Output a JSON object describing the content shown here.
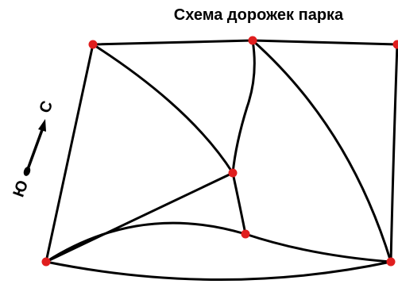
{
  "title": "Схема дорожек парка",
  "compass": {
    "north_label": "С",
    "south_label": "Ю"
  },
  "colors": {
    "path": "#000000",
    "node": "#e01e1e",
    "background": "#ffffff"
  },
  "nodes": [
    {
      "id": "A"
    },
    {
      "id": "B"
    },
    {
      "id": "C"
    },
    {
      "id": "D"
    },
    {
      "id": "E"
    },
    {
      "id": "F"
    },
    {
      "id": "G"
    }
  ],
  "paths": [
    {
      "from": "A",
      "to": "B"
    },
    {
      "from": "B",
      "to": "C"
    },
    {
      "from": "A",
      "to": "E"
    },
    {
      "from": "A",
      "to": "D"
    },
    {
      "from": "B",
      "to": "D"
    },
    {
      "from": "D",
      "to": "F"
    },
    {
      "from": "E",
      "to": "D"
    },
    {
      "from": "E",
      "to": "F"
    },
    {
      "from": "E",
      "to": "G"
    },
    {
      "from": "F",
      "to": "G"
    },
    {
      "from": "B",
      "to": "G"
    },
    {
      "from": "C",
      "to": "G"
    }
  ]
}
